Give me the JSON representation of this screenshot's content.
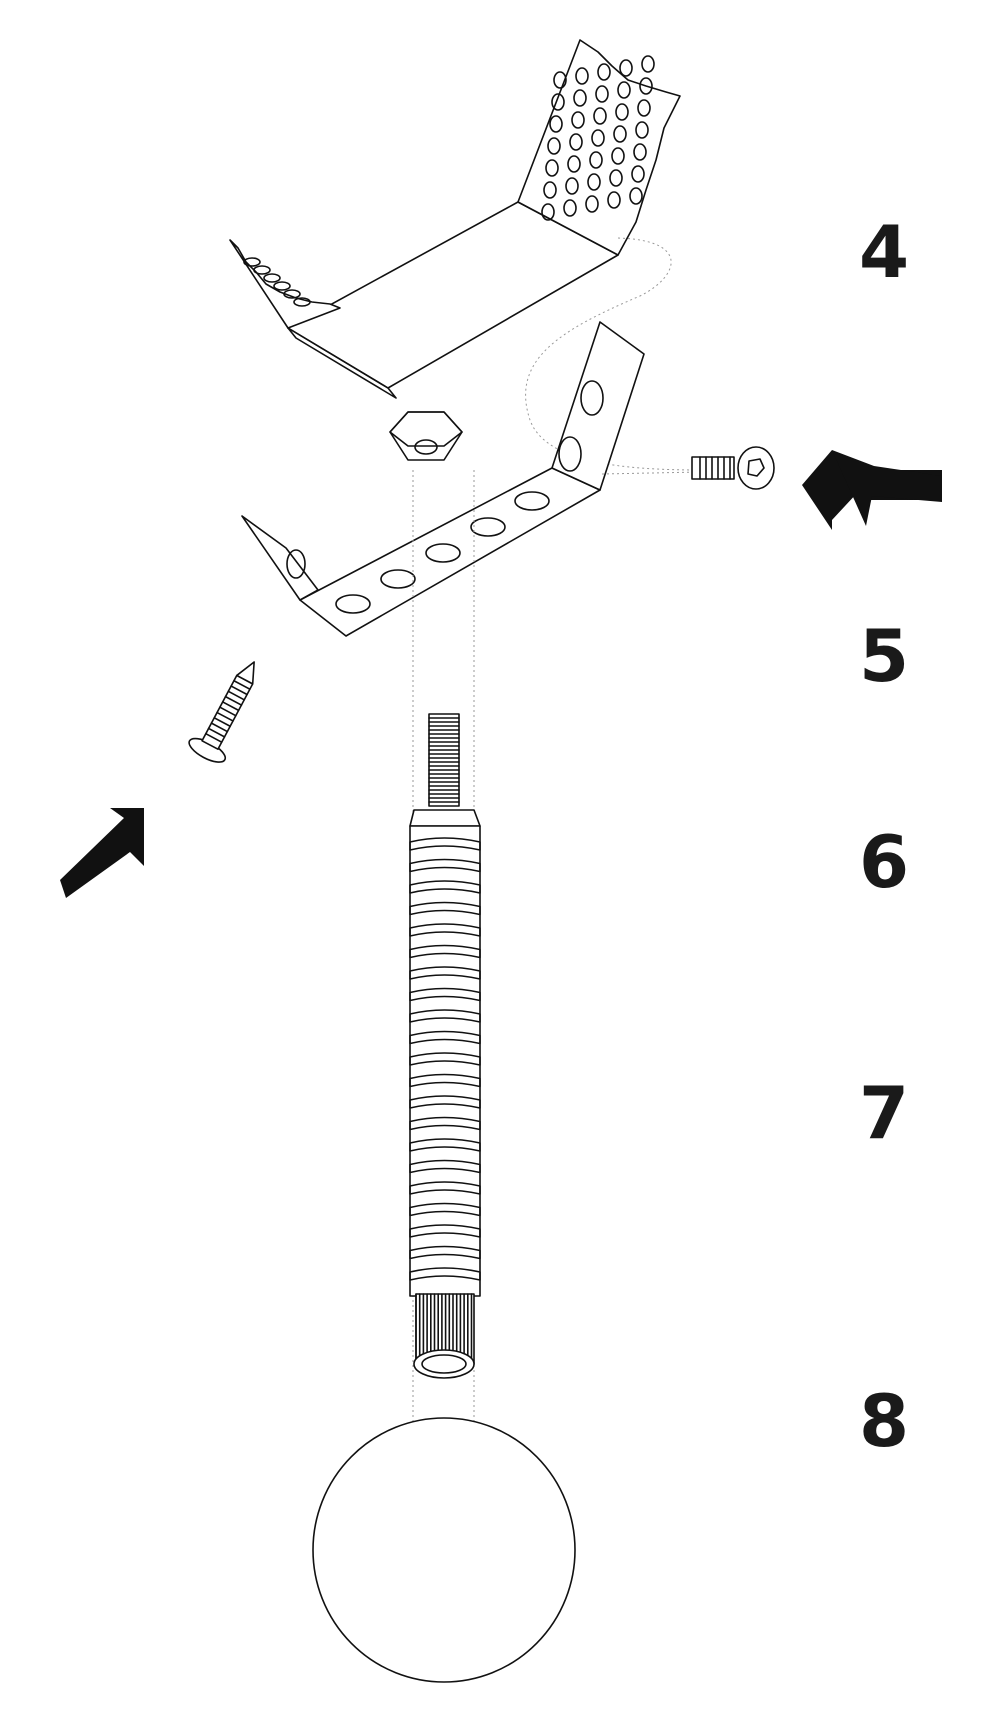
{
  "steps": [
    {
      "id": "4",
      "label": "4"
    },
    {
      "id": "5",
      "label": "5"
    },
    {
      "id": "6",
      "label": "6"
    },
    {
      "id": "7",
      "label": "7"
    },
    {
      "id": "8",
      "label": "8"
    }
  ],
  "colors": {
    "line": "#111111",
    "guide": "#999999",
    "arrow": "#111111",
    "background": "#ffffff"
  },
  "icons": {
    "arrow_right_side": "arrow-left-icon",
    "arrow_left_side": "arrow-up-right-icon"
  }
}
